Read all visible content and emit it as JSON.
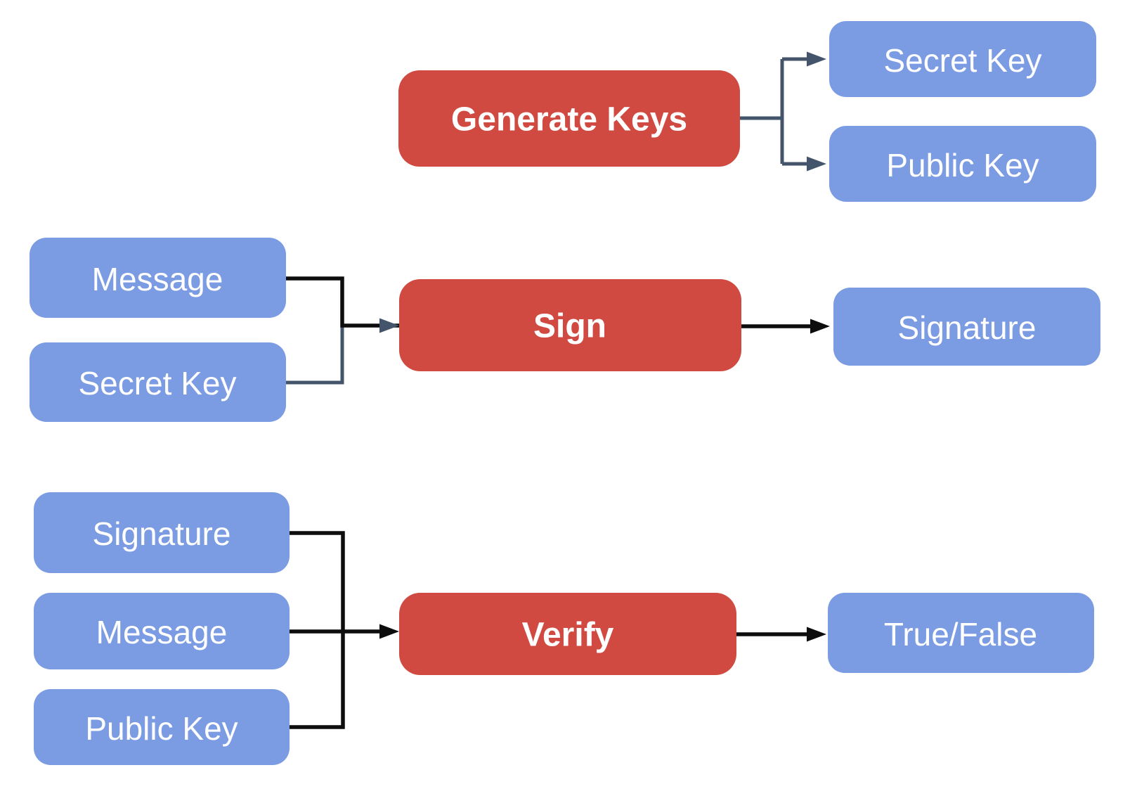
{
  "diagram": {
    "description": "Digital signature scheme flow diagram with three operations (Generate Keys, Sign, Verify), their inputs and outputs",
    "colors": {
      "background": "#ffffff",
      "operation_fill": "#d04a42",
      "io_fill": "#7b9be3",
      "label_text": "#ffffff",
      "connector_dark": "#44546a",
      "connector_black": "#0d0d0d"
    },
    "nodes": {
      "generate_keys": {
        "label": "Generate Keys",
        "role": "operation"
      },
      "secret_key_out": {
        "label": "Secret Key",
        "role": "io"
      },
      "public_key_out": {
        "label": "Public Key",
        "role": "io"
      },
      "message_sign_in": {
        "label": "Message",
        "role": "io"
      },
      "secret_key_sign_in": {
        "label": "Secret Key",
        "role": "io"
      },
      "sign": {
        "label": "Sign",
        "role": "operation"
      },
      "signature_out": {
        "label": "Signature",
        "role": "io"
      },
      "signature_verify_in": {
        "label": "Signature",
        "role": "io"
      },
      "message_verify_in": {
        "label": "Message",
        "role": "io"
      },
      "public_key_verify_in": {
        "label": "Public Key",
        "role": "io"
      },
      "verify": {
        "label": "Verify",
        "role": "operation"
      },
      "true_false_out": {
        "label": "True/False",
        "role": "io"
      }
    },
    "edges": [
      {
        "from": "Generate Keys",
        "to": "Secret Key"
      },
      {
        "from": "Generate Keys",
        "to": "Public Key"
      },
      {
        "from": "Message",
        "to": "Sign"
      },
      {
        "from": "Secret Key",
        "to": "Sign"
      },
      {
        "from": "Sign",
        "to": "Signature"
      },
      {
        "from": "Signature",
        "to": "Verify"
      },
      {
        "from": "Message",
        "to": "Verify"
      },
      {
        "from": "Public Key",
        "to": "Verify"
      },
      {
        "from": "Verify",
        "to": "True/False"
      }
    ]
  }
}
